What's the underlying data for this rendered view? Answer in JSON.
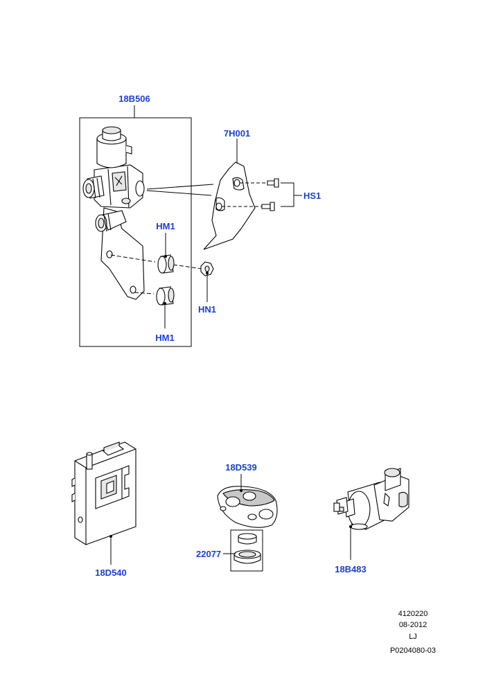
{
  "callout_color": "#1a3fd0",
  "line_color": "#000000",
  "part_fill": "#ffffff",
  "part_shade": "#e6e6e6",
  "callouts": {
    "valve_assembly": "18B506",
    "heat_shield": "7H001",
    "screws": "HS1",
    "mount_upper": "HM1",
    "nut": "HN1",
    "mount_lower": "HM1",
    "control_module": "18D540",
    "remote_transmitter": "18D539",
    "battery": "22077",
    "valve": "18B483"
  },
  "footer": {
    "line1": "4120220",
    "line2": "08-2012",
    "line3": "LJ",
    "line4": "P0204080-03"
  }
}
